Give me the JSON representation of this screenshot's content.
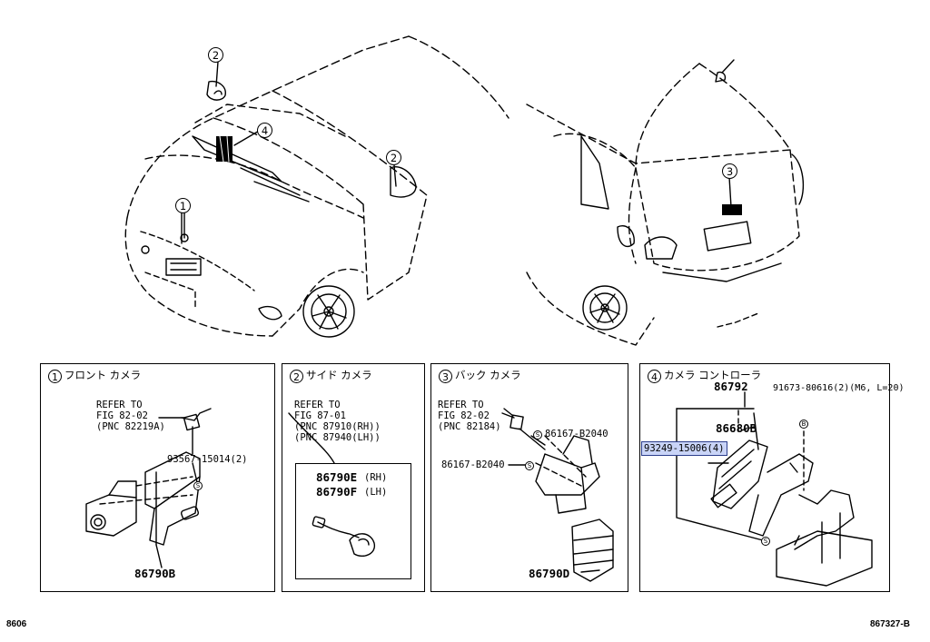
{
  "callouts": {
    "c1": "1",
    "c2a": "2",
    "c2b": "2",
    "c3": "3",
    "c4": "4"
  },
  "panels": [
    {
      "num": "1",
      "title": "フロント カメラ"
    },
    {
      "num": "2",
      "title": "サイド カメラ"
    },
    {
      "num": "3",
      "title": "バック カメラ"
    },
    {
      "num": "4",
      "title": "カメラ コントローラ"
    }
  ],
  "front": {
    "ref": "REFER TO\nFIG 82-02\n(PNC 82219A)",
    "screw": "93567-15014(2)",
    "part": "86790B"
  },
  "side": {
    "ref": "REFER TO\nFIG 87-01\n(PNC 87910(RH))\n(PNC 87940(LH))",
    "part1": "86790E",
    "part1_side": "(RH)",
    "part2": "86790F",
    "part2_side": "(LH)"
  },
  "back": {
    "ref": "REFER TO\nFIG 82-02\n(PNC 82184)",
    "screw1": "86167-B2040",
    "screw2": "86167-B2040",
    "part": "86790D"
  },
  "controller": {
    "part_top": "86792",
    "part_mid": "86680B",
    "bolt": "91673-80616(2)(M6, L=20)",
    "nut": "93249-15006(4)"
  },
  "marks": {
    "s": "S",
    "b": "B"
  },
  "footer": {
    "left": "8606",
    "right": "867327-B"
  }
}
